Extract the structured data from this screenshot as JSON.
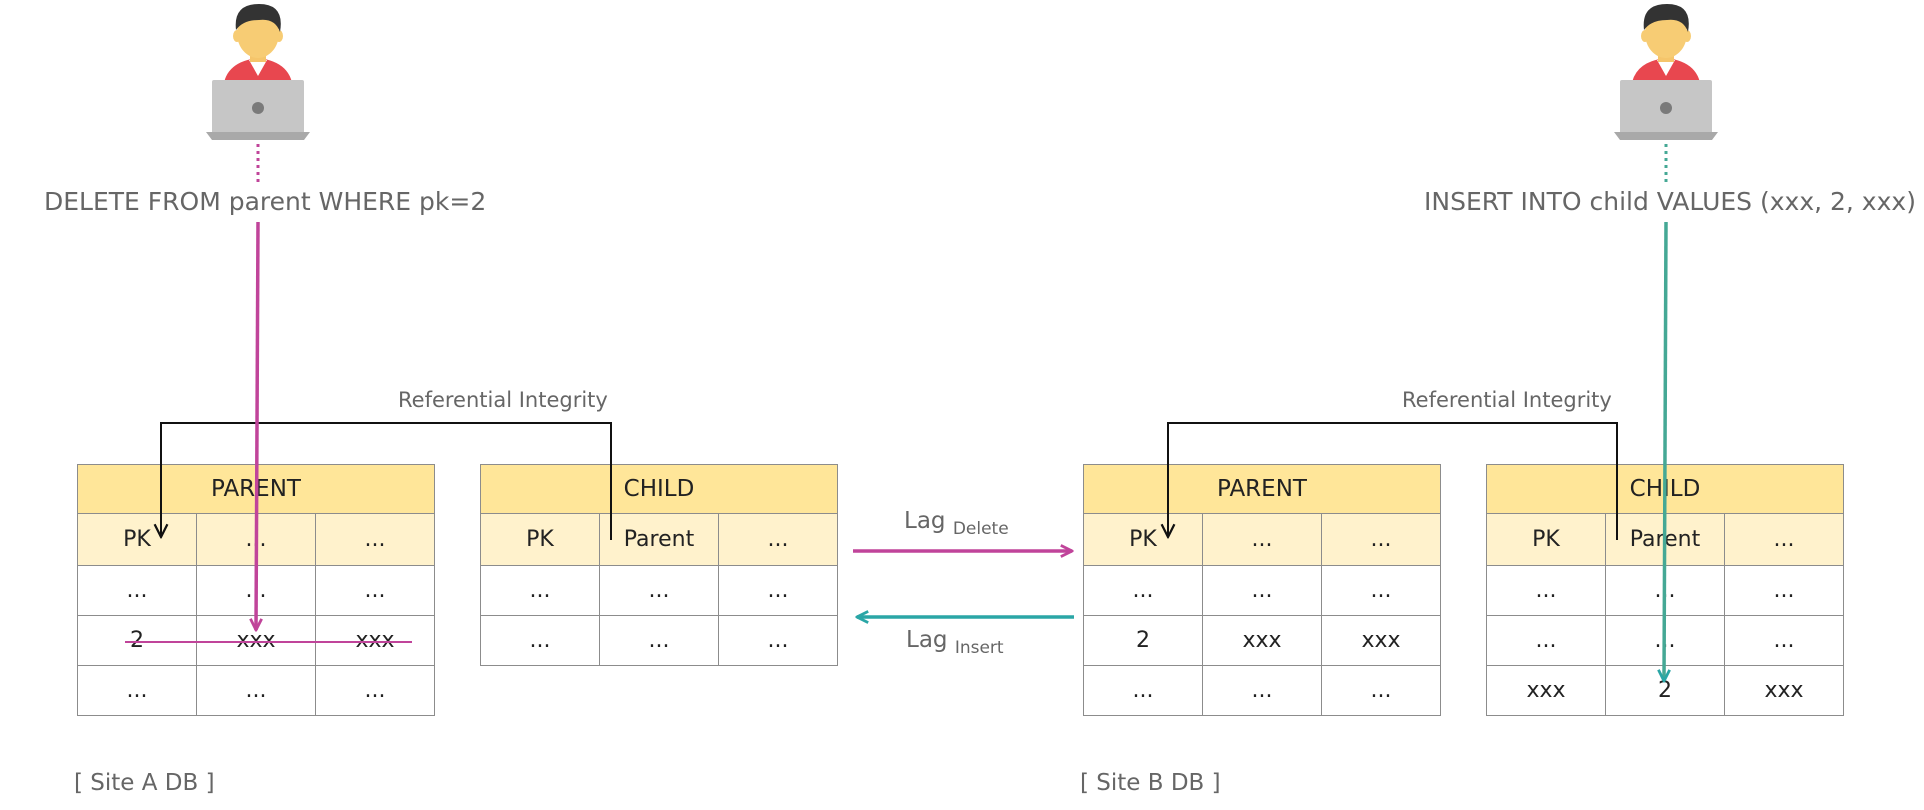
{
  "left": {
    "query": "DELETE FROM parent WHERE pk=2",
    "ri_label": "Referential Integrity",
    "site_label": "[ Site A DB ]",
    "parent": {
      "title": "PARENT",
      "headers": [
        "PK",
        "...",
        "..."
      ],
      "rows": [
        [
          "...",
          "...",
          "..."
        ],
        [
          "2",
          "xxx",
          "xxx"
        ],
        [
          "...",
          "...",
          "..."
        ]
      ]
    },
    "child": {
      "title": "CHILD",
      "headers": [
        "PK",
        "Parent",
        "..."
      ],
      "rows": [
        [
          "...",
          "...",
          "..."
        ],
        [
          "...",
          "...",
          "..."
        ]
      ]
    }
  },
  "right": {
    "query": "INSERT INTO child VALUES (xxx, 2, xxx)",
    "ri_label": "Referential Integrity",
    "site_label": "[ Site B DB ]",
    "parent": {
      "title": "PARENT",
      "headers": [
        "PK",
        "...",
        "..."
      ],
      "rows": [
        [
          "...",
          "...",
          "..."
        ],
        [
          "2",
          "xxx",
          "xxx"
        ],
        [
          "...",
          "...",
          "..."
        ]
      ]
    },
    "child": {
      "title": "CHILD",
      "headers": [
        "PK",
        "Parent",
        "..."
      ],
      "rows": [
        [
          "...",
          "...",
          "..."
        ],
        [
          "...",
          "...",
          "..."
        ],
        [
          "xxx",
          "2",
          "xxx"
        ]
      ]
    }
  },
  "lag_delete": {
    "main": "Lag",
    "sub": "Delete"
  },
  "lag_insert": {
    "main": "Lag",
    "sub": "Insert"
  },
  "colors": {
    "delete": "#c0449a",
    "insert": "#2aa6a6",
    "header": "#ffe699",
    "subheader": "#fff2cc"
  }
}
